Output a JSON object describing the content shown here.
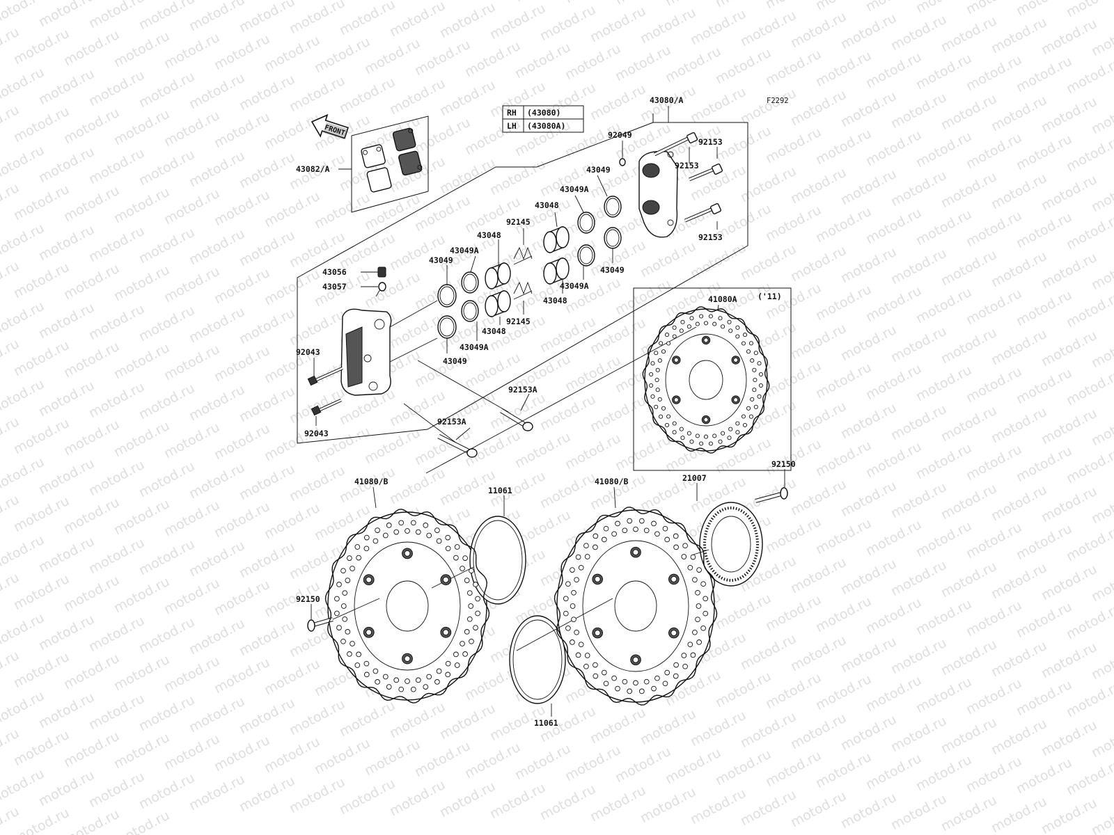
{
  "figure_code": "F2292",
  "watermark": "motod.ru",
  "front_arrow": "FRONT",
  "legend": {
    "rows": [
      {
        "side": "RH",
        "part": "(43080)"
      },
      {
        "side": "LH",
        "part": "(43080A)"
      }
    ]
  },
  "year_note": "('11)",
  "part_labels": {
    "l43080_A": "43080/A",
    "l43082_A": "43082/A",
    "l92049": "92049",
    "l92153_top": "92153",
    "l92153_mid": "92153",
    "l92153_low": "92153",
    "l43049_r1": "43049",
    "l43049A_r1": "43049A",
    "l43048_r1": "43048",
    "l92145_top": "92145",
    "l43048_l1": "43048",
    "l43049A_l1": "43049A",
    "l43049_l1": "43049",
    "l43056": "43056",
    "l43057": "43057",
    "l43048_r2": "43048",
    "l43049A_r2": "43049A",
    "l43049_r2": "43049",
    "l92145_bot": "92145",
    "l43048_l2": "43048",
    "l43049A_l2": "43049A",
    "l43049_l2": "43049",
    "l92043_top": "92043",
    "l92043_bot": "92043",
    "l92153A_top": "92153A",
    "l92153A_bot": "92153A",
    "l41080A": "41080A",
    "l41080_B_left": "41080/B",
    "l41080_B_right": "41080/B",
    "l11061_top": "11061",
    "l11061_bot": "11061",
    "l21007": "21007",
    "l92150_right": "92150",
    "l92150_left": "92150"
  }
}
